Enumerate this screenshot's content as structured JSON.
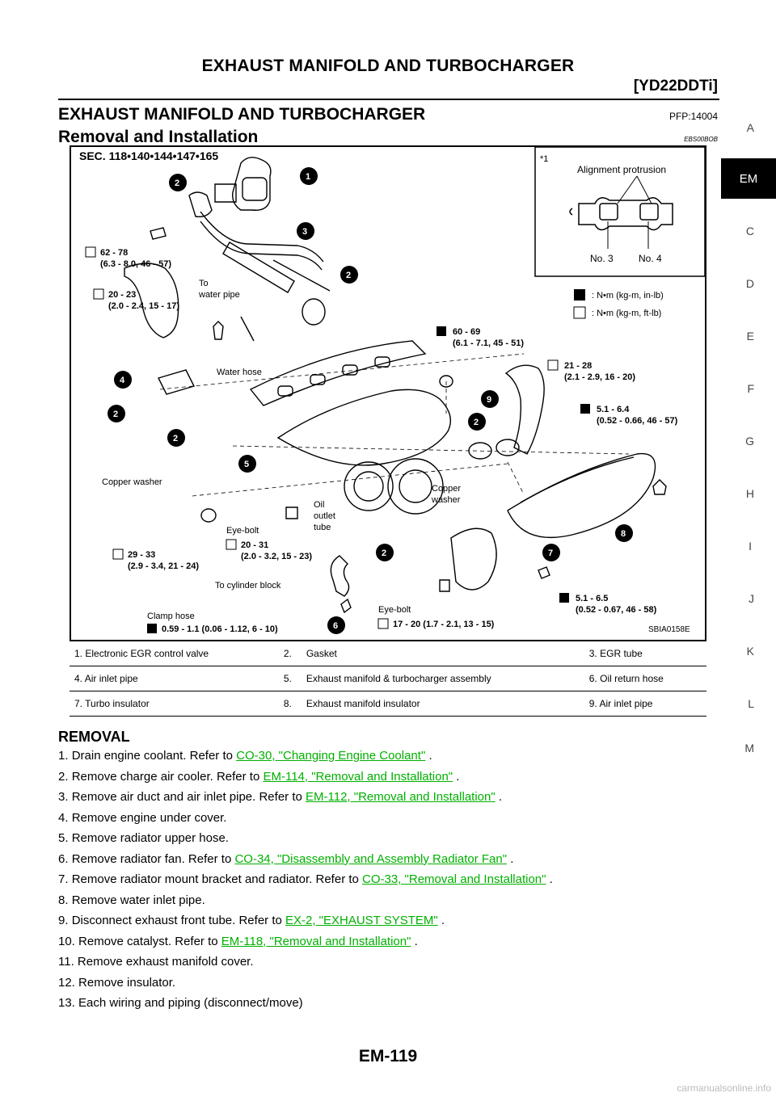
{
  "header": {
    "title": "EXHAUST MANIFOLD AND TURBOCHARGER",
    "model": "[YD22DDTi]"
  },
  "section": {
    "title": "EXHAUST MANIFOLD AND TURBOCHARGER",
    "pfp": "PFP:14004",
    "subtitle": "Removal and Installation",
    "ebs": "EBS00BOB"
  },
  "side_index": {
    "letters": [
      "A",
      "EM",
      "C",
      "D",
      "E",
      "F",
      "G",
      "H",
      "I",
      "J",
      "K",
      "L",
      "M"
    ],
    "active": "EM"
  },
  "figure": {
    "sec": "SEC. 118•140•144•147•165",
    "star1": "*1",
    "alignment": "Alignment protrusion",
    "no3": "No. 3",
    "no4": "No. 4",
    "unit_nm_in": ": N•m (kg-m, in-lb)",
    "unit_nm_ft": ": N•m (kg-m, ft-lb)",
    "torque_62_78": "62 - 78",
    "torque_62_78_b": "(6.3 - 8.0, 46 - 57)",
    "torque_20_23": "20 - 23",
    "torque_20_23_b": "(2.0 - 2.4, 15 - 17)",
    "to_water_pipe_1": "To",
    "to_water_pipe_2": "water pipe",
    "torque_60_69": "60 - 69",
    "torque_60_69_b": "(6.1 - 7.1, 45 - 51)",
    "torque_21_28": "21 - 28",
    "torque_21_28_b": "(2.1 - 2.9, 16 - 20)",
    "torque_51_64": "5.1 - 6.4",
    "torque_51_64_b": "(0.52 - 0.66, 46 - 57)",
    "water_hose": "Water hose",
    "copper_washer_l": "Copper washer",
    "copper_washer_r1": "Copper",
    "copper_washer_r2": "washer",
    "oil_outlet_1": "Oil",
    "oil_outlet_2": "outlet",
    "oil_outlet_3": "tube",
    "eye_bolt_1": "Eye-bolt",
    "torque_20_31": "20 - 31",
    "torque_20_31_b": "(2.0 - 3.2, 15 - 23)",
    "torque_29_33": "29 - 33",
    "torque_29_33_b": "(2.9 - 3.4, 21 - 24)",
    "to_cyl_block": "To cylinder block",
    "clamp_hose": "Clamp hose",
    "torque_059": "0.59 - 1.1 (0.06 - 1.12, 6 - 10)",
    "eye_bolt_2": "Eye-bolt",
    "torque_17_20": "17 - 20 (1.7 - 2.1, 13 - 15)",
    "torque_51_65": "5.1 - 6.5",
    "torque_51_65_b": "(0.52 - 0.67, 46 - 58)",
    "code": "SBIA0158E"
  },
  "legend": [
    [
      {
        "num": "1.",
        "name": "Electronic EGR control valve"
      },
      {
        "num": "2.",
        "name": "Gasket"
      },
      {
        "num": "3.",
        "name": "EGR tube"
      }
    ],
    [
      {
        "num": "4.",
        "name": "Air inlet pipe"
      },
      {
        "num": "5.",
        "name": "Exhaust manifold & turbocharger assembly"
      },
      {
        "num": "6.",
        "name": "Oil return hose"
      }
    ],
    [
      {
        "num": "7.",
        "name": "Turbo insulator"
      },
      {
        "num": "8.",
        "name": "Exhaust manifold insulator"
      },
      {
        "num": "9.",
        "name": "Air inlet pipe"
      }
    ]
  ],
  "removal": {
    "heading": "REMOVAL",
    "steps": [
      {
        "n": "1.",
        "text": "Drain engine coolant. Refer to ",
        "link": "CO-30, \"Changing Engine Coolant\"",
        "after": " ."
      },
      {
        "n": "2.",
        "text": "Remove charge air cooler. Refer to ",
        "link": "EM-114, \"Removal and Installation\"",
        "after": " ."
      },
      {
        "n": "3.",
        "text": "Remove air duct and air inlet pipe. Refer to ",
        "link": "EM-112, \"Removal and Installation\"",
        "after": " ."
      },
      {
        "n": "4.",
        "text": "Remove engine under cover.",
        "link": "",
        "after": ""
      },
      {
        "n": "5.",
        "text": "Remove radiator upper hose.",
        "link": "",
        "after": ""
      },
      {
        "n": "6.",
        "text": "Remove radiator fan. Refer to ",
        "link": "CO-34, \"Disassembly and Assembly Radiator Fan\"",
        "after": " ."
      },
      {
        "n": "7.",
        "text": "Remove radiator mount bracket and radiator. Refer to ",
        "link": "CO-33, \"Removal and Installation\"",
        "after": " ."
      },
      {
        "n": "8.",
        "text": "Remove water inlet pipe.",
        "link": "",
        "after": ""
      },
      {
        "n": "9.",
        "text": "Disconnect exhaust front tube. Refer to ",
        "link": "EX-2, \"EXHAUST SYSTEM\"",
        "after": " ."
      },
      {
        "n": "10.",
        "text": "Remove catalyst. Refer to ",
        "link": "EM-118, \"Removal and Installation\"",
        "after": " ."
      },
      {
        "n": "11.",
        "text": "Remove exhaust manifold cover.",
        "link": "",
        "after": ""
      },
      {
        "n": "12.",
        "text": "Remove insulator.",
        "link": "",
        "after": ""
      },
      {
        "n": "13.",
        "text": "Each wiring and piping (disconnect/move)",
        "link": "",
        "after": ""
      }
    ]
  },
  "footer": {
    "page": "EM-119",
    "watermark": "carmanualsonline.info"
  }
}
